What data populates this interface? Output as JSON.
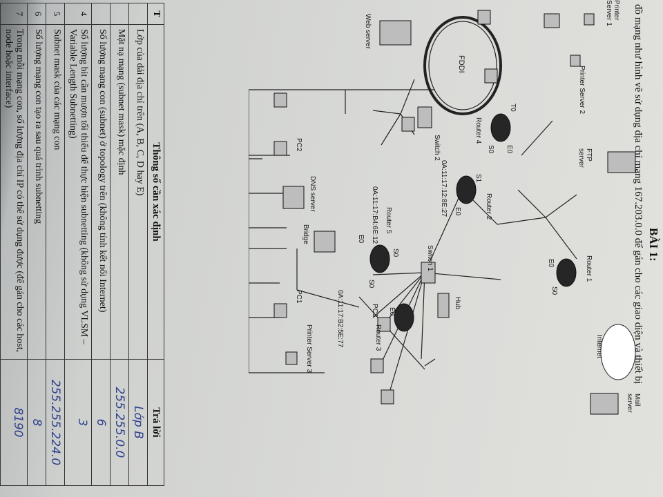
{
  "title": "BÀI 1:",
  "intro": "đồ mạng như hình vẽ sử dụng địa chỉ mạng 167.203.0.0  để  gán cho các giao diện và thiết bị",
  "diagram": {
    "fddi": "FDDI",
    "printer_server_1": [
      "Printer",
      "Server 1"
    ],
    "ftp_server": [
      "FTP",
      "server"
    ],
    "web_server": "Web server",
    "printer_server_2": "Printer Server 2",
    "switch_2": "Switch 2",
    "router_4": "Router 4",
    "router_4_ports": {
      "t0": "T0",
      "e0": "E0",
      "s0": "S0"
    },
    "router_2": "Router 2",
    "router_2_ports": {
      "s1": "S1",
      "e0": "E0"
    },
    "router_2_mac": "0A:11:17:12:8E:27",
    "router_1": "Router 1",
    "router_1_ports": {
      "e0": "E0",
      "s0": "S0"
    },
    "switch_1": "Switch 1",
    "pc3": "PC3",
    "internet": "Internet",
    "mail_server": [
      "Mail",
      "server"
    ],
    "hub": "Hub",
    "router_3": "Router 3",
    "router_3_ports": {
      "e0": "E0",
      "s0": "S0"
    },
    "router_3_mac": "0A:11:17:B2:5E:77",
    "router_5": "Router 5",
    "router_5_ports": {
      "s0": "S0",
      "e0": "E0"
    },
    "router_5_mac": "0A:11:17:B4:6E:12",
    "dns_server": "DNS server",
    "bridge": "Bridge",
    "pc1": "PC1",
    "pc2": "PC2",
    "printer_server_3": "Printer Server 3"
  },
  "table": {
    "col_stt": "T",
    "col_param": "Thông số cần xác định",
    "col_answer": "Trả lời",
    "rows": [
      {
        "stt": "",
        "param": "Lớp của dải địa chỉ trên (A, B, C, D hay E)",
        "answer": "Lớp B"
      },
      {
        "stt": "",
        "param": "Mặt nạ mạng (subnet mask) mặc định",
        "answer": "255.255.0.0"
      },
      {
        "stt": "",
        "param": "Số lượng mạng con (subnet) ở topology trên (không tính kết nối Internet)",
        "answer": "6"
      },
      {
        "stt": "4",
        "param": "Số lượng bit cần mượn tối thiểu để thực hiện subnetting (không sử dụng VLSM – Variable Length Subnetting)",
        "answer": "3"
      },
      {
        "stt": "5",
        "param": "Subnet mask của các mạng con",
        "answer": "255.255.224.0"
      },
      {
        "stt": "6",
        "param": "Số lượng mạng con tạo ra sau quá trình subnetting",
        "answer": "8"
      },
      {
        "stt": "7",
        "param": "Trong mỗi mạng con, số lượng địa chỉ IP có thể sử dụng được (để gán cho các host, node hoặc interface)",
        "answer": "8190"
      }
    ]
  }
}
